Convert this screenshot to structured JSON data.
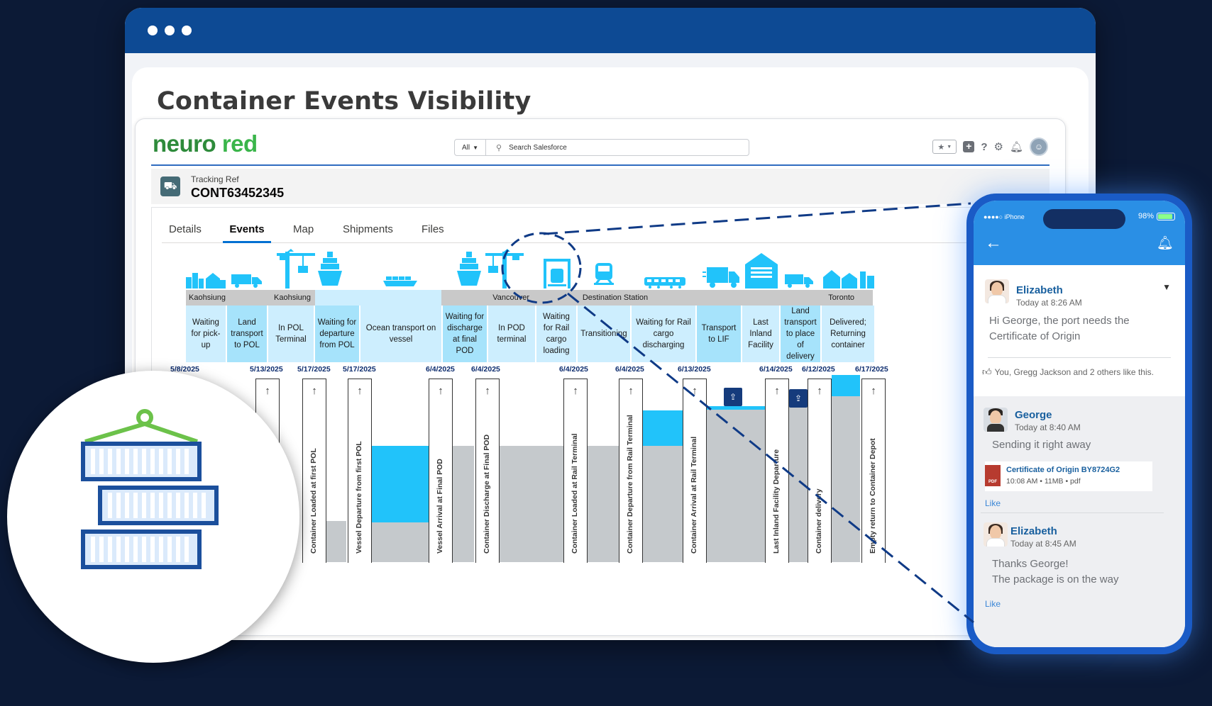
{
  "page": {
    "heading": "Container Events Visibility"
  },
  "salesforce": {
    "logo_part1": "neuro",
    "logo_part2": " red",
    "search_scope": "All",
    "search_placeholder": "Search Salesforce",
    "record_label": "Tracking Ref",
    "record_value": "CONT63452345",
    "tabs": [
      "Details",
      "Events",
      "Map",
      "Shipments",
      "Files"
    ],
    "active_tab": "Events"
  },
  "timeline": {
    "locations": [
      "Kaohsiung",
      "Kaohsiung",
      "Vancouver",
      "Destination Station",
      "Toronto"
    ],
    "phases": [
      "Waiting for pick-up",
      "Land transport to POL",
      "In POL Terminal",
      "Waiting for departure from POL",
      "Ocean transport on vessel",
      "Waiting for discharge at final POD",
      "In POD terminal",
      "Waiting for Rail cargo loading",
      "Transitioning",
      "Waiting for Rail cargo discharging",
      "Transport to LIF",
      "Last Inland Facility",
      "Land transport to place of delivery",
      "Delivered; Returning container"
    ],
    "dates": [
      "5/8/2025",
      "5/13/2025",
      "5/17/2025",
      "5/17/2025",
      "6/4/2025",
      "6/4/2025",
      "6/4/2025",
      "6/4/2025",
      "6/13/2025",
      "6/14/2025",
      "6/12/2025",
      "6/17/2025"
    ],
    "events": [
      "Container Loaded at first POL",
      "Vessel Departure from first POL",
      "Vessel Arrival at Final POD",
      "Container Discharge at Final POD",
      "Container Loaded at Rail Terminal",
      "Container Departure from Rail Terminal",
      "Container Arrival at Rail Terminal",
      "Last Inland Facility Departure",
      "Container delivery",
      "Empty return to Container Depot"
    ]
  },
  "chat": {
    "status_left": "●●●●○ iPhone",
    "battery": "98%",
    "posts": [
      {
        "name": "Elizabeth",
        "time": "Today at 8:26 AM",
        "message": "Hi George, the port needs the Certificate of Origin"
      },
      {
        "name": "George",
        "time": "Today at 8:40 AM",
        "message": "Sending it right away"
      },
      {
        "name": "Elizabeth",
        "time": "Today at 8:45 AM",
        "message_line1": "Thanks George!",
        "message_line2": "The package is on the way"
      }
    ],
    "likes_text": "You, Gregg Jackson and 2 others like this.",
    "file_name": "Certificate of Origin BY8724G2",
    "file_meta": "10:08 AM • 11MB • pdf",
    "file_type": "PDF",
    "like_label": "Like"
  },
  "colors": {
    "background": "#0c1a36",
    "browser_bar": "#0d4a94",
    "accent_blue": "#21c3fa",
    "phone_blue": "#2a8fe5",
    "logo_green": "#3ab54a"
  }
}
